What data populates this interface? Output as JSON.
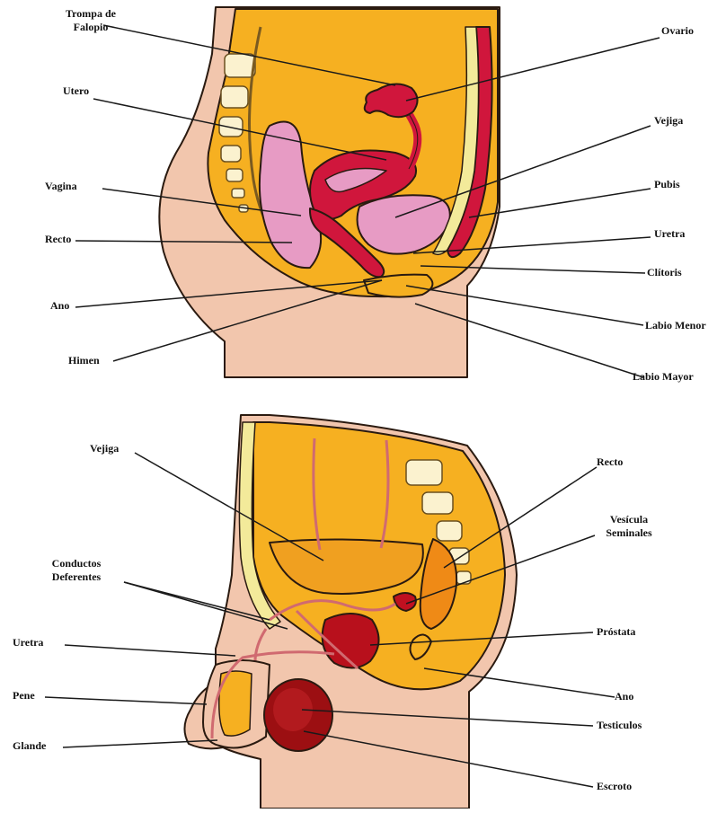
{
  "female": {
    "labels": {
      "trompa": "Trompa de\nFalopio",
      "utero": "Utero",
      "vagina": "Vagina",
      "recto": "Recto",
      "ano": "Ano",
      "himen": "Himen",
      "ovario": "Ovario",
      "vejiga": "Vejiga",
      "pubis": "Pubis",
      "uretra": "Uretra",
      "clitoris": "Clítoris",
      "labio_menor": "Labio Menor",
      "labio_mayor": "Labio Mayor"
    }
  },
  "male": {
    "labels": {
      "vejiga": "Vejiga",
      "conductos": "Conductos\nDeferentes",
      "uretra": "Uretra",
      "pene": "Pene",
      "glande": "Glande",
      "recto": "Recto",
      "vesicula": "Vesícula\nSeminales",
      "prostata": "Próstata",
      "ano": "Ano",
      "testiculos": "Testiculos",
      "escroto": "Escroto"
    }
  },
  "colors": {
    "skin": "#f2c6ad",
    "body_fill": "#f6b021",
    "bone": "#f3ea9a",
    "organ_red": "#d0163c",
    "organ_pink": "#e79bc4",
    "dark_red": "#9c0f12",
    "orange": "#ef8a16"
  }
}
